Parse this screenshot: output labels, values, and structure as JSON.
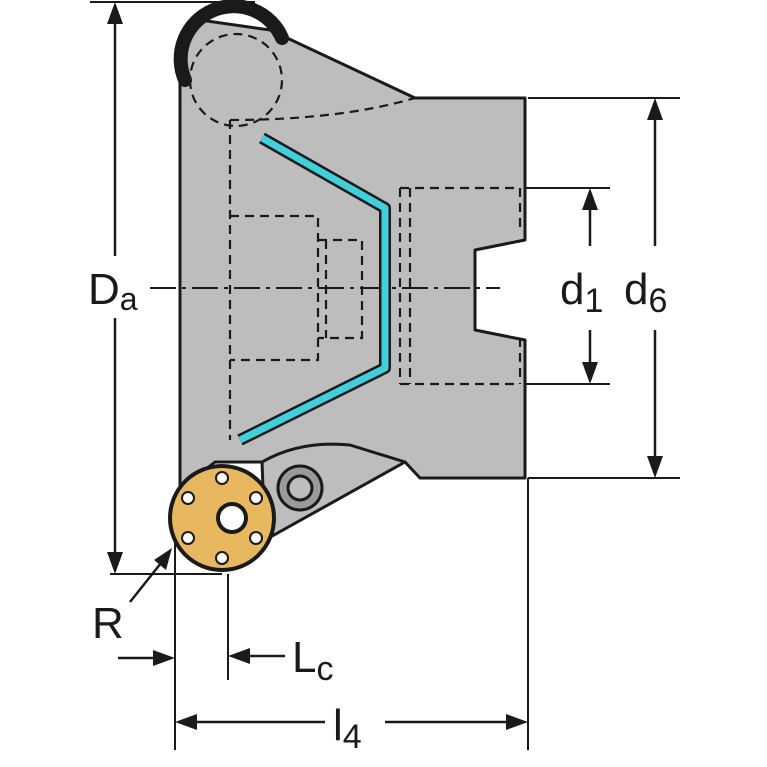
{
  "labels": {
    "diameter_a_main": "D",
    "diameter_a_sub": "a",
    "d1_main": "d",
    "d1_sub": "1",
    "d6_main": "d",
    "d6_sub": "6",
    "radius": "R",
    "lc_main": "L",
    "lc_sub": "c",
    "l4_main": "l",
    "l4_sub": "4"
  },
  "colors": {
    "body": "#bdbdbd",
    "outline": "#1a1a1a",
    "coolant": "#40d0dc",
    "insert": "#e8b860",
    "background": "#ffffff"
  }
}
